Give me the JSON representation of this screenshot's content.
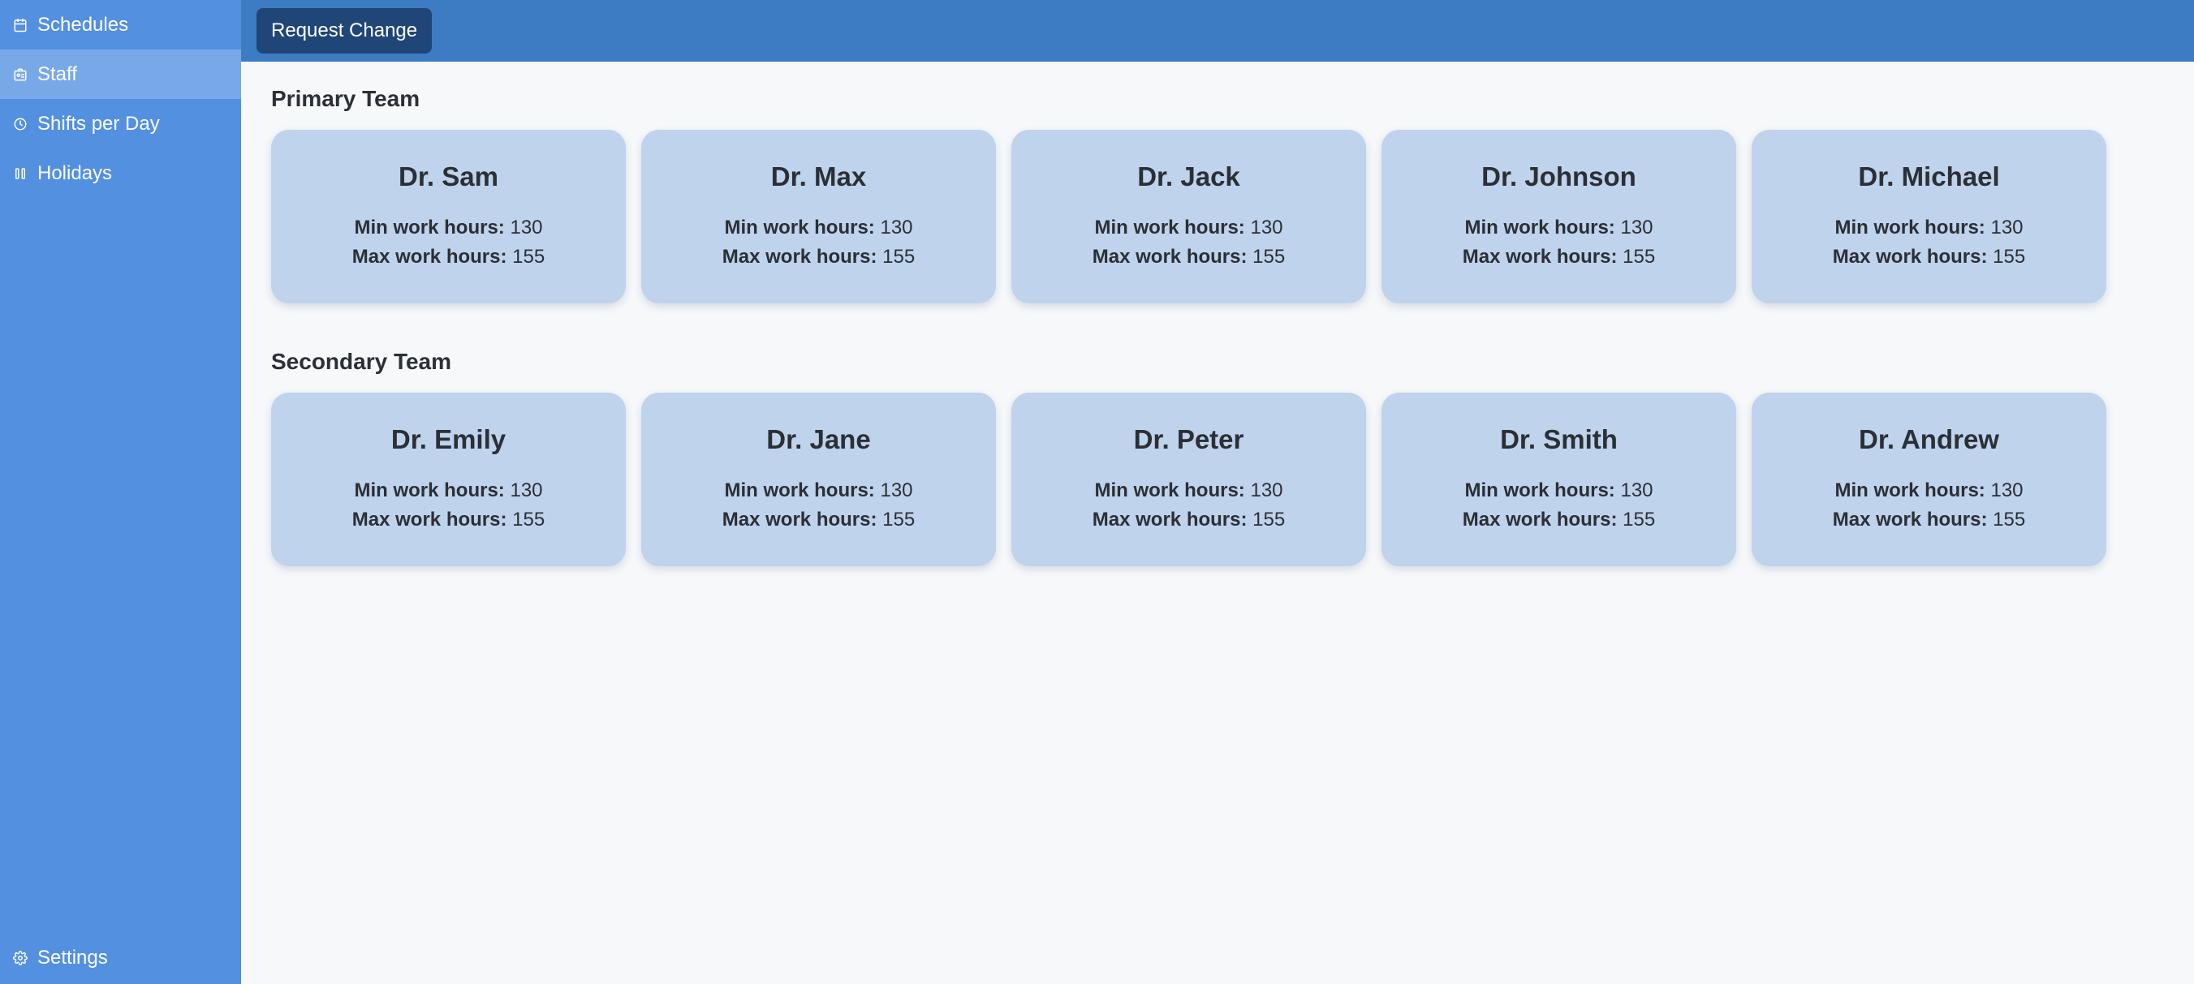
{
  "sidebar": {
    "items": [
      {
        "label": "Schedules",
        "icon": "calendar-icon",
        "active": false
      },
      {
        "label": "Staff",
        "icon": "id-badge-icon",
        "active": true
      },
      {
        "label": "Shifts per Day",
        "icon": "clock-icon",
        "active": false
      },
      {
        "label": "Holidays",
        "icon": "pause-icon",
        "active": false
      }
    ],
    "bottom": {
      "label": "Settings",
      "icon": "gear-icon"
    }
  },
  "topbar": {
    "request_label": "Request Change"
  },
  "labels": {
    "min": "Min work hours:",
    "max": "Max work hours:"
  },
  "teams": [
    {
      "title": "Primary Team",
      "members": [
        {
          "name": "Dr. Sam",
          "min": "130",
          "max": "155"
        },
        {
          "name": "Dr. Max",
          "min": "130",
          "max": "155"
        },
        {
          "name": "Dr. Jack",
          "min": "130",
          "max": "155"
        },
        {
          "name": "Dr. Johnson",
          "min": "130",
          "max": "155"
        },
        {
          "name": "Dr. Michael",
          "min": "130",
          "max": "155"
        }
      ]
    },
    {
      "title": "Secondary Team",
      "members": [
        {
          "name": "Dr. Emily",
          "min": "130",
          "max": "155"
        },
        {
          "name": "Dr. Jane",
          "min": "130",
          "max": "155"
        },
        {
          "name": "Dr. Peter",
          "min": "130",
          "max": "155"
        },
        {
          "name": "Dr. Smith",
          "min": "130",
          "max": "155"
        },
        {
          "name": "Dr. Andrew",
          "min": "130",
          "max": "155"
        }
      ]
    }
  ],
  "colors": {
    "sidebar": "#5390e0",
    "sidebar_active": "#79a8e8",
    "topbar": "#3d7cc2",
    "button": "#1f4677",
    "card": "#bfd3ec",
    "background": "#f6f8fa"
  }
}
